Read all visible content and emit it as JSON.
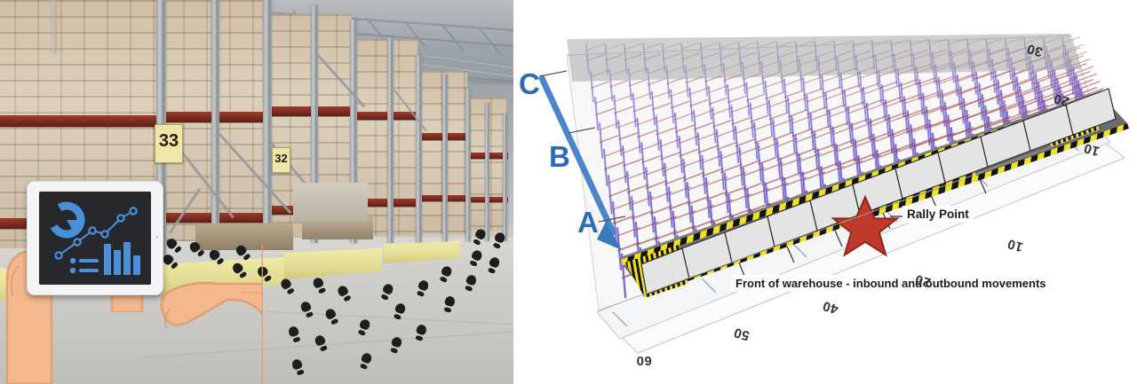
{
  "figure": {
    "panels": [
      {
        "id": "photo",
        "name": "warehouse-photograph"
      },
      {
        "id": "model",
        "name": "warehouse-3d-layout-model"
      }
    ]
  },
  "photo": {
    "aisle_signs": [
      {
        "label": "33"
      },
      {
        "label": "32"
      }
    ],
    "tablet": {
      "dashboard_icons": [
        "donut-chart",
        "line-chart",
        "bar-chart",
        "list-rows"
      ],
      "accent_color": "#4a90d9",
      "screen_color": "#26282c"
    },
    "colors": {
      "rack_beam": "#7e2b20",
      "rack_upright": "#a8adb1",
      "guard_rail": "#e3dc93",
      "floor": "#cfcecb",
      "footprint": "#1d1d1d"
    },
    "footprint_count": 34
  },
  "model": {
    "zone_labels": [
      {
        "label": "C"
      },
      {
        "label": "B"
      },
      {
        "label": "A"
      }
    ],
    "callouts": [
      {
        "label": "Rally Point"
      },
      {
        "label": "Front of warehouse - inbound and outbound movements"
      }
    ],
    "axis_labels_near": [
      "60",
      "50",
      "40"
    ],
    "axis_labels_far": [
      "30",
      "20",
      "10"
    ],
    "colors": {
      "zone_arrow": "#2b6cb5",
      "rack_upright": "#5a43c8",
      "rack_beam": "#9e4040",
      "aisle": "#6b6b6b",
      "hazard_yellow": "#f2e122",
      "hazard_black": "#14140f",
      "rally_star": "#c0392b",
      "dock_bay": "#e4e4e4",
      "slab": "#f2f2f2"
    },
    "dock_bay_count": 11
  }
}
